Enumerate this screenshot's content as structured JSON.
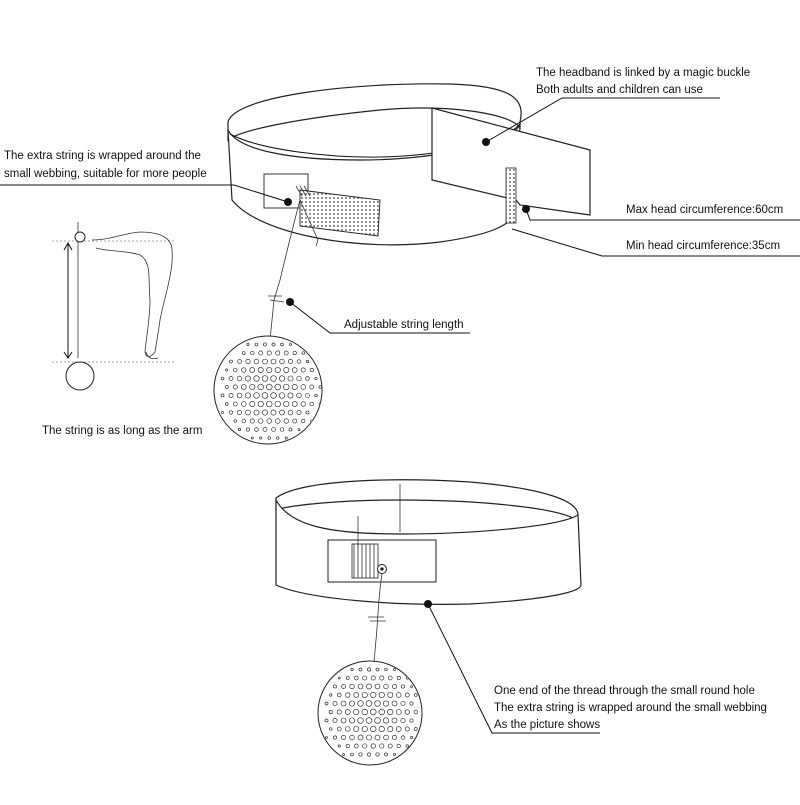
{
  "annotations": {
    "magic_buckle_line1": "The headband is linked by a magic buckle",
    "magic_buckle_line2": "Both adults and children can use",
    "extra_string_line1": "The extra string is wrapped around the",
    "extra_string_line2": "small webbing, suitable for more people",
    "max_circumference": "Max head circumference:60cm",
    "min_circumference": "Min head circumference:35cm",
    "adjustable_length": "Adjustable string length",
    "string_arm": "The string is as long as the arm",
    "bottom_line1": "One end of the thread through the small round hole",
    "bottom_line2": "The extra string is wrapped around the small webbing",
    "bottom_line3": "As the picture shows"
  },
  "colors": {
    "line": "#111111",
    "background": "#ffffff",
    "hatch": "#555555"
  }
}
